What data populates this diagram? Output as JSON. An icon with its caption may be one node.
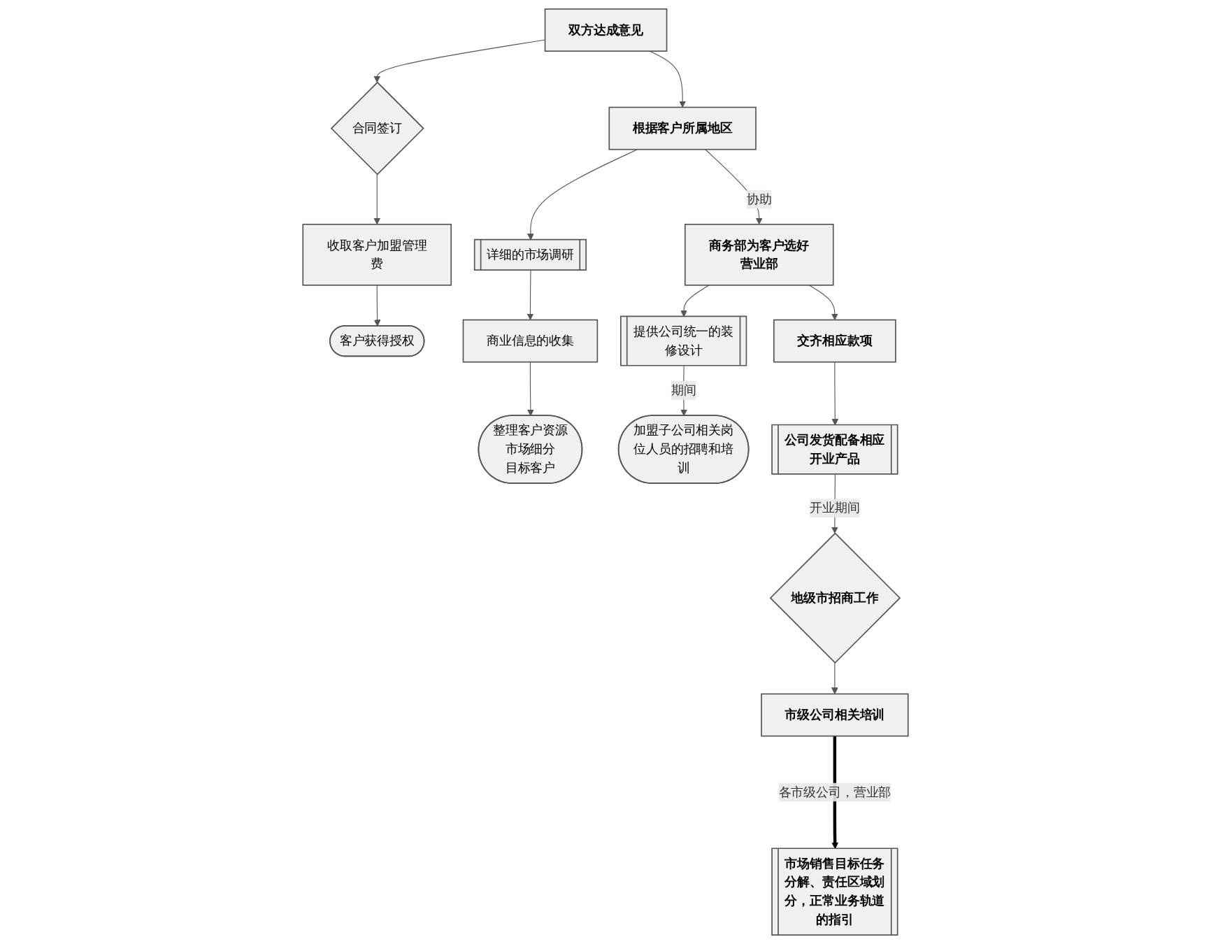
{
  "diagram": {
    "nodes": [
      {
        "text": [
          "双方达成意见"
        ]
      },
      {
        "text": [
          "合同签订"
        ]
      },
      {
        "text": [
          "收取客户加盟管理费"
        ]
      },
      {
        "text": [
          "客户获得授权"
        ]
      },
      {
        "text": [
          "根据客户所属地区"
        ]
      },
      {
        "text": [
          "详细的市场调研"
        ]
      },
      {
        "text": [
          "商业信息的收集"
        ]
      },
      {
        "text": [
          "整理客户资源",
          "市场细分",
          "目标客户"
        ]
      },
      {
        "text": [
          "商务部为客户选好营业部"
        ]
      },
      {
        "text": [
          "提供公司统一的装修设计"
        ]
      },
      {
        "text": [
          "加盟子公司相关岗位人员的招聘和培训"
        ]
      },
      {
        "text": [
          "交齐相应款项"
        ]
      },
      {
        "text": [
          "公司发货配备相应开业产品"
        ]
      },
      {
        "text": [
          "地级市招商工作"
        ]
      },
      {
        "text": [
          "市级公司相关培训"
        ]
      },
      {
        "text": [
          "市场销售目标任务分解、责任区域划分，正常业务轨道的指引"
        ]
      }
    ],
    "edges": [
      {
        "from": 0,
        "to": 1,
        "arrow": "to"
      },
      {
        "from": 1,
        "to": 2,
        "arrow": "to"
      },
      {
        "from": 2,
        "to": 3,
        "arrow": "to"
      },
      {
        "from": 0,
        "to": 4,
        "arrow": "to"
      },
      {
        "from": 4,
        "to": 5,
        "arrow": "to"
      },
      {
        "from": 5,
        "to": 6,
        "arrow": "to"
      },
      {
        "from": 6,
        "to": 7,
        "arrow": "to"
      },
      {
        "from": 4,
        "to": 8,
        "arrow": "to",
        "label": "协助"
      },
      {
        "from": 8,
        "to": 9,
        "arrow": "to"
      },
      {
        "from": 9,
        "to": 10,
        "arrow": "to",
        "label": "期间"
      },
      {
        "from": 8,
        "to": 11,
        "arrow": "to"
      },
      {
        "from": 11,
        "to": 12,
        "arrow": "to"
      },
      {
        "from": 12,
        "to": 13,
        "arrow": "to",
        "label": "开业期间"
      },
      {
        "from": 13,
        "to": 14,
        "arrow": "to"
      },
      {
        "from": 14,
        "to": 15,
        "arrow": "to",
        "label": "各市级公司，营业部",
        "style": "thick",
        "color": "#000000"
      }
    ]
  }
}
